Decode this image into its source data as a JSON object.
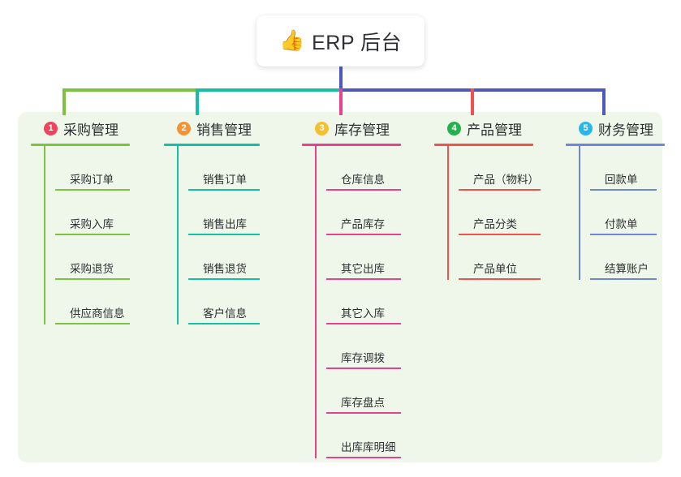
{
  "root": {
    "icon": "thumbs-up-icon",
    "emoji": "👍",
    "title": "ERP 后台"
  },
  "palette": {
    "panel_bg": "#eff7ea",
    "card_bg": "#ffffff",
    "text": "#2e3033",
    "green": "#7ec242",
    "teal": "#13bfa6",
    "pink": "#e8428f",
    "red": "#ef5350",
    "blue": "#4e58bf"
  },
  "columns": [
    {
      "number": "1",
      "title": "采购管理",
      "badge_color": "#f0445e",
      "line_color": "#7ec242",
      "rule_width": 122,
      "leaf_rule_width": 92,
      "items": [
        "采购订单",
        "采购入库",
        "采购退货",
        "供应商信息"
      ]
    },
    {
      "number": "2",
      "title": "销售管理",
      "badge_color": "#f79333",
      "line_color": "#13bfa6",
      "rule_width": 118,
      "leaf_rule_width": 88,
      "items": [
        "销售订单",
        "销售出库",
        "销售退货",
        "客户信息"
      ]
    },
    {
      "number": "3",
      "title": "库存管理",
      "badge_color": "#f7bf2e",
      "line_color": "#e8428f",
      "rule_width": 122,
      "leaf_rule_width": 92,
      "items": [
        "仓库信息",
        "产品库存",
        "其它出库",
        "其它入库",
        "库存调拨",
        "库存盘点",
        "出库库明细"
      ]
    },
    {
      "number": "4",
      "title": "产品管理",
      "badge_color": "#22b24c",
      "line_color": "#ef5350",
      "rule_width": 122,
      "leaf_rule_width": 101,
      "items": [
        "产品（物料）",
        "产品分类",
        "产品单位"
      ]
    },
    {
      "number": "5",
      "title": "财务管理",
      "badge_color": "#29b6e8",
      "line_color": "#6d86d6",
      "rule_width": 122,
      "leaf_rule_width": 82,
      "items": [
        "回款单",
        "付款单",
        "结算账户"
      ]
    }
  ],
  "column_left": [
    38,
    202,
    372,
    535,
    697
  ]
}
